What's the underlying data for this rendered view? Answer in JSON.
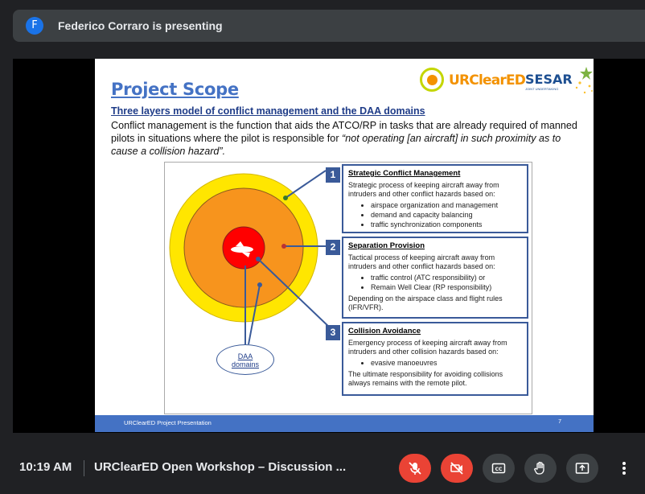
{
  "topbar": {
    "avatar_letter": "F",
    "presenter_text": "Federico Corraro is presenting"
  },
  "slide": {
    "title": "Project Scope",
    "subtitle": "Three layers model of conflict management and the DAA domains",
    "para_normal": "Conflict management is the function that aids the ATCO/RP in tasks that are already required of manned pilots in situations where the pilot is responsible for ",
    "para_italic": "“not operating [an aircraft] in such proximity as to cause a collision hazard”.",
    "logo_urc_text": "URClearED",
    "logo_sesar_text": "SESAR",
    "logo_sesar_tagline": "JOINT UNDERTAKING",
    "footer_text": "URClearED  Project Presentation",
    "page_number": "7",
    "colors": {
      "accent_blue": "#4472c4",
      "outer_ring": "#ffe600",
      "middle_ring": "#f7941d",
      "inner_ring": "#ff0000"
    },
    "diagram": {
      "boxes": [
        {
          "number": "1",
          "title": "Strategic Conflict Management",
          "lead": "Strategic process of keeping aircraft away from intruders and other conflict hazards based on:",
          "bullets": [
            "airspace organization and management",
            "demand and capacity balancing",
            "traffic synchronization components"
          ],
          "extra": ""
        },
        {
          "number": "2",
          "title": "Separation Provision",
          "lead": "Tactical process of keeping aircraft away from intruders and other conflict hazards based on:",
          "bullets": [
            "traffic control (ATC responsibility) or",
            "Remain Well Clear (RP responsibility)"
          ],
          "extra": "Depending on the airspace class and flight rules (IFR/VFR)."
        },
        {
          "number": "3",
          "title": "Collision Avoidance",
          "lead": "Emergency process of keeping aircraft away from intruders and other collision hazards based on:",
          "bullets": [
            "evasive manoeuvres"
          ],
          "extra": "The ultimate responsibility for avoiding collisions always remains with the remote pilot."
        }
      ],
      "daa_line1": "DAA",
      "daa_line2": "domains"
    }
  },
  "bottombar": {
    "time": "10:19 AM",
    "meeting_title": "URClearED Open Workshop – Discussion ...",
    "colors": {
      "control_red": "#ea4335",
      "control_grey": "#3c4043"
    }
  }
}
